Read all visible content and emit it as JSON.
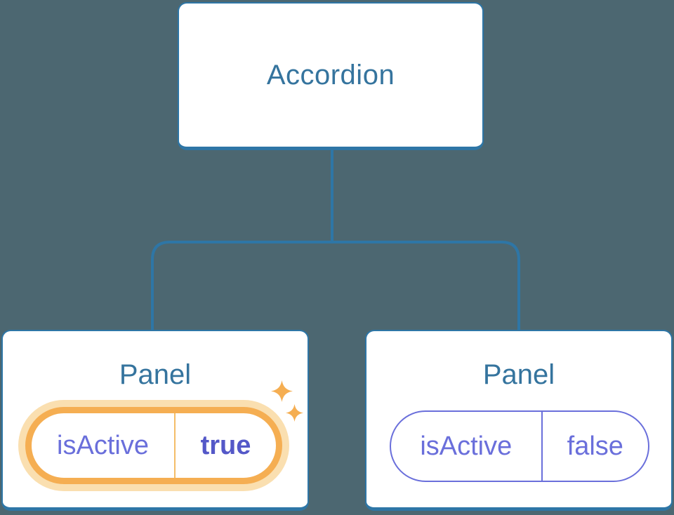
{
  "diagram": {
    "root": {
      "label": "Accordion"
    },
    "panels": [
      {
        "label": "Panel",
        "state_key": "isActive",
        "state_value": "true",
        "highlighted": true
      },
      {
        "label": "Panel",
        "state_key": "isActive",
        "state_value": "false",
        "highlighted": false
      }
    ]
  },
  "icons": {
    "highlight": "sparkle-icon"
  },
  "colors": {
    "background": "#4C6771",
    "node_fill": "#FFFFFF",
    "node_border_blue": "#2E76A6",
    "title_blue": "#35749E",
    "state_purple": "#6A6FDB",
    "state_value_purple_bold": "#5458C8",
    "highlight_orange": "#F5AE52",
    "highlight_halo": "#FADFB0",
    "highlight_divider": "#F4BD68"
  }
}
